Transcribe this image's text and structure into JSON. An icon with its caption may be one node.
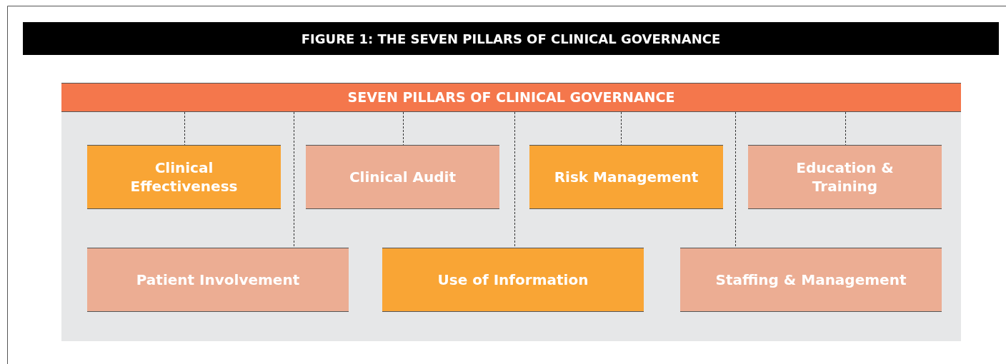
{
  "diagram": {
    "title": "FIGURE 1: THE SEVEN PILLARS OF CLINICAL GOVERNANCE",
    "nodes": [
      {
        "text": [
          "SEVEN PILLARS OF CLINICAL GOVERNANCE"
        ]
      },
      {
        "text": [
          "Clinical Effectiveness"
        ]
      },
      {
        "text": [
          "Clinical Audit"
        ]
      },
      {
        "text": [
          "Risk Management"
        ]
      },
      {
        "text": [
          "Education & Training"
        ]
      },
      {
        "text": [
          "Patient Involvement"
        ]
      },
      {
        "text": [
          "Use of Information"
        ]
      },
      {
        "text": [
          "Staffing & Management"
        ]
      }
    ],
    "edges": [
      {
        "from": 0,
        "to": 1,
        "arrow": "none",
        "style": "dashed"
      },
      {
        "from": 0,
        "to": 5,
        "arrow": "none",
        "style": "dashed"
      },
      {
        "from": 0,
        "to": 2,
        "arrow": "none",
        "style": "dashed"
      },
      {
        "from": 0,
        "to": 6,
        "arrow": "none",
        "style": "dashed"
      },
      {
        "from": 0,
        "to": 3,
        "arrow": "none",
        "style": "dashed"
      },
      {
        "from": 0,
        "to": 7,
        "arrow": "none",
        "style": "dashed"
      },
      {
        "from": 0,
        "to": 4,
        "arrow": "none",
        "style": "dashed"
      }
    ]
  }
}
